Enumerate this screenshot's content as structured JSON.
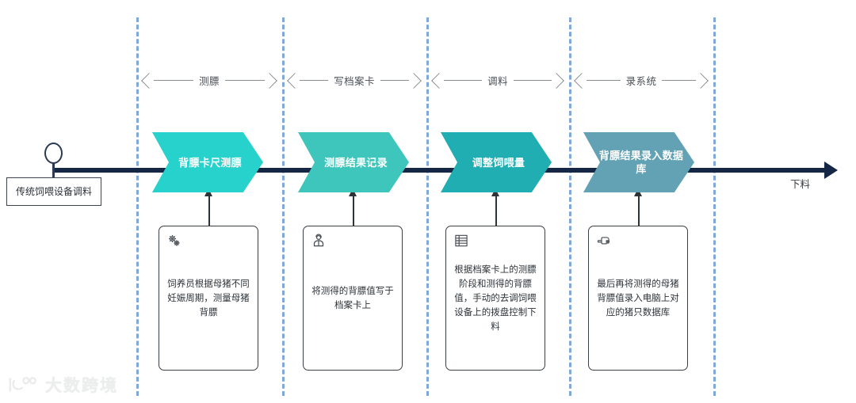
{
  "diagram": {
    "title_visible": false,
    "start": {
      "node_icon": "start-circle-icon",
      "label": "传统饲喂设备调料"
    },
    "end": {
      "label": "下料",
      "arrow_icon": "arrow-right-icon"
    },
    "phases": [
      {
        "label": "测膘"
      },
      {
        "label": "写档案卡"
      },
      {
        "label": "调料"
      },
      {
        "label": "录系统"
      }
    ],
    "steps": [
      {
        "label": "背膘卡尺测膘",
        "color": "#27d1cc",
        "icon": "gears-icon",
        "description": "饲养员根据母猪不同妊娠周期，测量母猪背膘"
      },
      {
        "label": "测膘结果记录",
        "color": "#3ec6bc",
        "icon": "worker-person-icon",
        "description": "将测得的背膘值写于档案卡上"
      },
      {
        "label": "调整饲喂量",
        "color": "#21aeb3",
        "icon": "list-table-icon",
        "description": "根据档案卡上的测膘阶段和测得的背膘值，手动的去调饲喂设备上的拨盘控制下料"
      },
      {
        "label": "背膘结果录入数据库",
        "color": "#62a2b4",
        "icon": "pointing-hand-icon",
        "description": "最后再将测得的母猪背膘值录入电脑上对应的猪只数据库"
      }
    ],
    "colors": {
      "spine": "#152744",
      "divider": "#6c9bd2",
      "phase_arrow": "#8a8f94",
      "card_border": "#3a3f45"
    },
    "watermark": {
      "text": "大数跨境",
      "logo_icon": "brand-logo-icon"
    }
  }
}
